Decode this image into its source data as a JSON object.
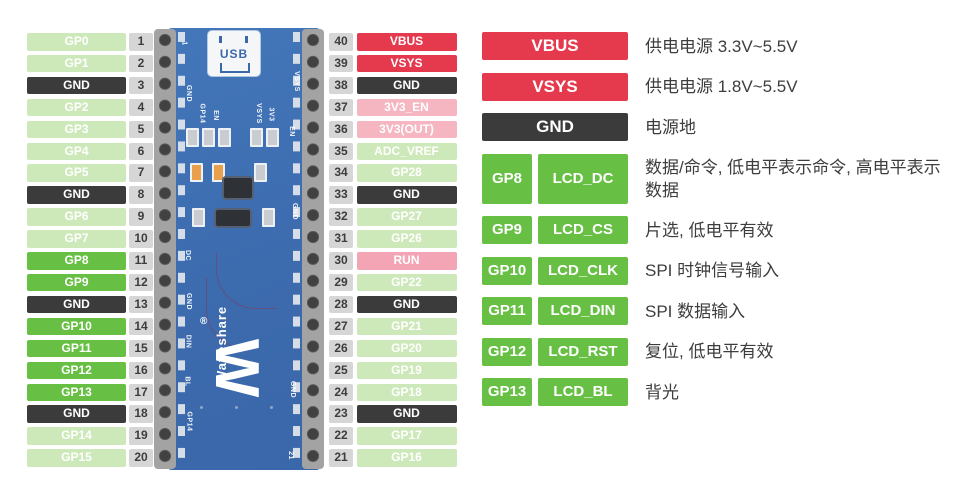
{
  "colors": {
    "red": "#e5394e",
    "pink": "#f5b6c1",
    "run_pink": "#f3a5b6",
    "green_bright": "#67bf44",
    "green_pale": "#cde9ba",
    "gnd_dark": "#3b3b3b",
    "number_gray": "#d6d6d6",
    "board_blue": "#3c6bae"
  },
  "left_pins": [
    {
      "num": "1",
      "label": "GP0"
    },
    {
      "num": "2",
      "label": "GP1"
    },
    {
      "num": "3",
      "label": "GND"
    },
    {
      "num": "4",
      "label": "GP2"
    },
    {
      "num": "5",
      "label": "GP3"
    },
    {
      "num": "6",
      "label": "GP4"
    },
    {
      "num": "7",
      "label": "GP5"
    },
    {
      "num": "8",
      "label": "GND"
    },
    {
      "num": "9",
      "label": "GP6"
    },
    {
      "num": "10",
      "label": "GP7"
    },
    {
      "num": "11",
      "label": "GP8"
    },
    {
      "num": "12",
      "label": "GP9"
    },
    {
      "num": "13",
      "label": "GND"
    },
    {
      "num": "14",
      "label": "GP10"
    },
    {
      "num": "15",
      "label": "GP11"
    },
    {
      "num": "16",
      "label": "GP12"
    },
    {
      "num": "17",
      "label": "GP13"
    },
    {
      "num": "18",
      "label": "GND"
    },
    {
      "num": "19",
      "label": "GP14"
    },
    {
      "num": "20",
      "label": "GP15"
    }
  ],
  "right_pins": [
    {
      "num": "40",
      "label": "VBUS"
    },
    {
      "num": "39",
      "label": "VSYS"
    },
    {
      "num": "38",
      "label": "GND"
    },
    {
      "num": "37",
      "label": "3V3_EN"
    },
    {
      "num": "36",
      "label": "3V3(OUT)"
    },
    {
      "num": "35",
      "label": "ADC_VREF"
    },
    {
      "num": "34",
      "label": "GP28"
    },
    {
      "num": "33",
      "label": "GND"
    },
    {
      "num": "32",
      "label": "GP27"
    },
    {
      "num": "31",
      "label": "GP26"
    },
    {
      "num": "30",
      "label": "RUN"
    },
    {
      "num": "29",
      "label": "GP22"
    },
    {
      "num": "28",
      "label": "GND"
    },
    {
      "num": "27",
      "label": "GP21"
    },
    {
      "num": "26",
      "label": "GP20"
    },
    {
      "num": "25",
      "label": "GP19"
    },
    {
      "num": "24",
      "label": "GP18"
    },
    {
      "num": "23",
      "label": "GND"
    },
    {
      "num": "22",
      "label": "GP17"
    },
    {
      "num": "21",
      "label": "GP16"
    }
  ],
  "board": {
    "usb_label": "USB",
    "logo_letter": "W",
    "brand": "Waveshare",
    "registered": "®",
    "silkscreen": [
      "1",
      "GND",
      "GP14",
      "EN",
      "VSYS",
      "3V3",
      "VSYS",
      "EN",
      "DC",
      "GND",
      "DIN",
      "BL",
      "GP14",
      "GND",
      "GND",
      "21"
    ]
  },
  "legend": {
    "rows": [
      {
        "pin": "",
        "signal": "VBUS",
        "desc": "供电电源 3.3V~5.5V"
      },
      {
        "pin": "",
        "signal": "VSYS",
        "desc": "供电电源 1.8V~5.5V"
      },
      {
        "pin": "",
        "signal": "GND",
        "desc": "电源地"
      },
      {
        "pin": "GP8",
        "signal": "LCD_DC",
        "desc": "数据/命令, 低电平表示命令, 高电平表示数据"
      },
      {
        "pin": "GP9",
        "signal": "LCD_CS",
        "desc": "片选, 低电平有效"
      },
      {
        "pin": "GP10",
        "signal": "LCD_CLK",
        "desc": "SPI 时钟信号输入"
      },
      {
        "pin": "GP11",
        "signal": "LCD_DIN",
        "desc": "SPI 数据输入"
      },
      {
        "pin": "GP12",
        "signal": "LCD_RST",
        "desc": "复位, 低电平有效"
      },
      {
        "pin": "GP13",
        "signal": "LCD_BL",
        "desc": "背光"
      }
    ]
  }
}
